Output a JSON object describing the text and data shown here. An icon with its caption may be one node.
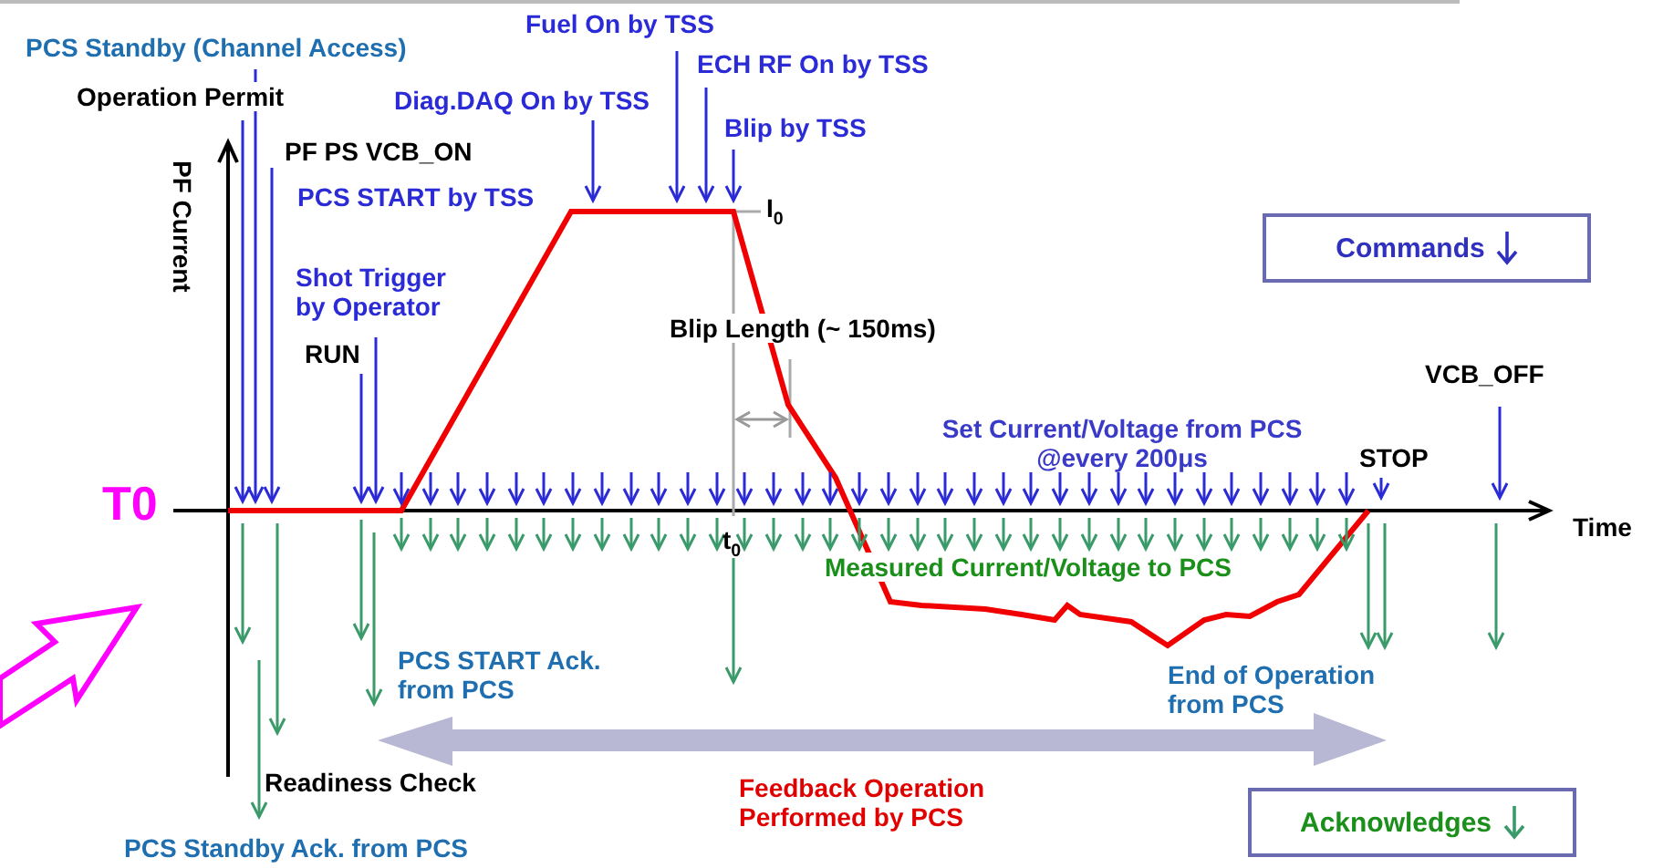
{
  "diagram": {
    "labels": [
      "PCS Standby (Channel Access)",
      "Fuel On by TSS",
      "ECH RF On by TSS",
      "Operation Permit",
      "Diag.DAQ On by TSS",
      "Blip by TSS",
      "PF PS VCB_ON",
      "PF Current",
      "PCS START by TSS",
      "I$_{0}$",
      "Shot Trigger by Operator",
      "Blip Length (~ 150ms)",
      "RUN",
      "VCB_OFF",
      "Set Current/Voltage from PCS @every 200μs",
      "STOP",
      "T0",
      "Time",
      "t$_{0}$",
      "Measured Current/Voltage to PCS",
      "PCS START Ack. from PCS",
      "End of Operation from PCS",
      "Readiness Check",
      "Feedback Operation Performed by PCS",
      "PCS Standby Ack. from PCS"
    ],
    "legend": [
      {
        "text": "Commands"
      },
      {
        "text": "Acknowledges"
      }
    ]
  }
}
